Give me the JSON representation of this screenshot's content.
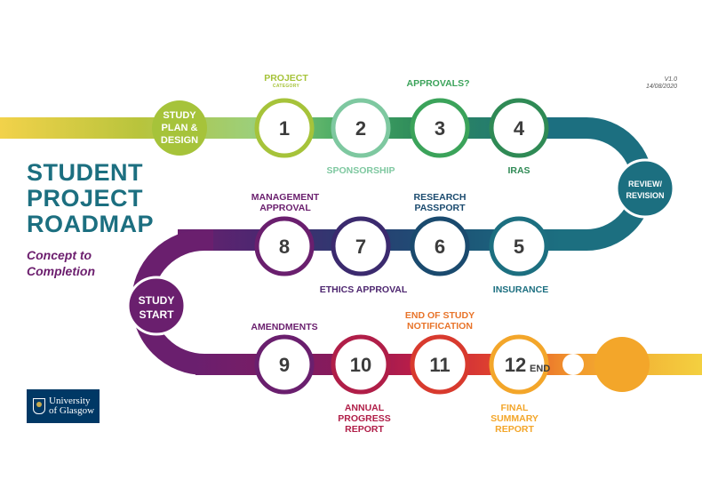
{
  "title_lines": [
    "STUDENT",
    "PROJECT",
    "ROADMAP"
  ],
  "subtitle_lines": [
    "Concept to",
    "Completion"
  ],
  "version": [
    "V1.0",
    "14/08/2020"
  ],
  "logo": {
    "line1": "University",
    "line2": "of Glasgow"
  },
  "colors": {
    "lime": "#a6c33a",
    "light_green": "#7ec8a0",
    "green": "#3ba35a",
    "dark_green": "#2f8a55",
    "teal": "#1c6f80",
    "navy": "#1a4a6e",
    "indigo": "#3b2a6e",
    "purple": "#6a1f6e",
    "crimson": "#b01e48",
    "red": "#d83a2e",
    "orange": "#e8742a",
    "amber": "#f3a62a",
    "yellow": "#f3d040"
  },
  "hubs": {
    "study_plan": [
      "STUDY",
      "PLAN &",
      "DESIGN"
    ],
    "review": [
      "REVIEW/",
      "REVISION"
    ],
    "study_start": [
      "STUDY",
      "START"
    ]
  },
  "nodes": [
    {
      "num": "1"
    },
    {
      "num": "2"
    },
    {
      "num": "3"
    },
    {
      "num": "4"
    },
    {
      "num": "5"
    },
    {
      "num": "6"
    },
    {
      "num": "7"
    },
    {
      "num": "8"
    },
    {
      "num": "9"
    },
    {
      "num": "10"
    },
    {
      "num": "11"
    },
    {
      "num": "12",
      "suffix": "END"
    }
  ],
  "labels": {
    "project": "PROJECT",
    "category": "CATEGORY",
    "approvals": "APPROVALS?",
    "sponsorship": "SPONSORSHIP",
    "iras": "IRAS",
    "management": [
      "MANAGEMENT",
      "APPROVAL"
    ],
    "research": [
      "RESEARCH",
      "PASSPORT"
    ],
    "ethics": "ETHICS APPROVAL",
    "insurance": "INSURANCE",
    "amendments": "AMENDMENTS",
    "end_notification": [
      "END OF STUDY",
      "NOTIFICATION"
    ],
    "annual": [
      "ANNUAL",
      "PROGRESS",
      "REPORT"
    ],
    "final": [
      "FINAL",
      "SUMMARY",
      "REPORT"
    ]
  }
}
